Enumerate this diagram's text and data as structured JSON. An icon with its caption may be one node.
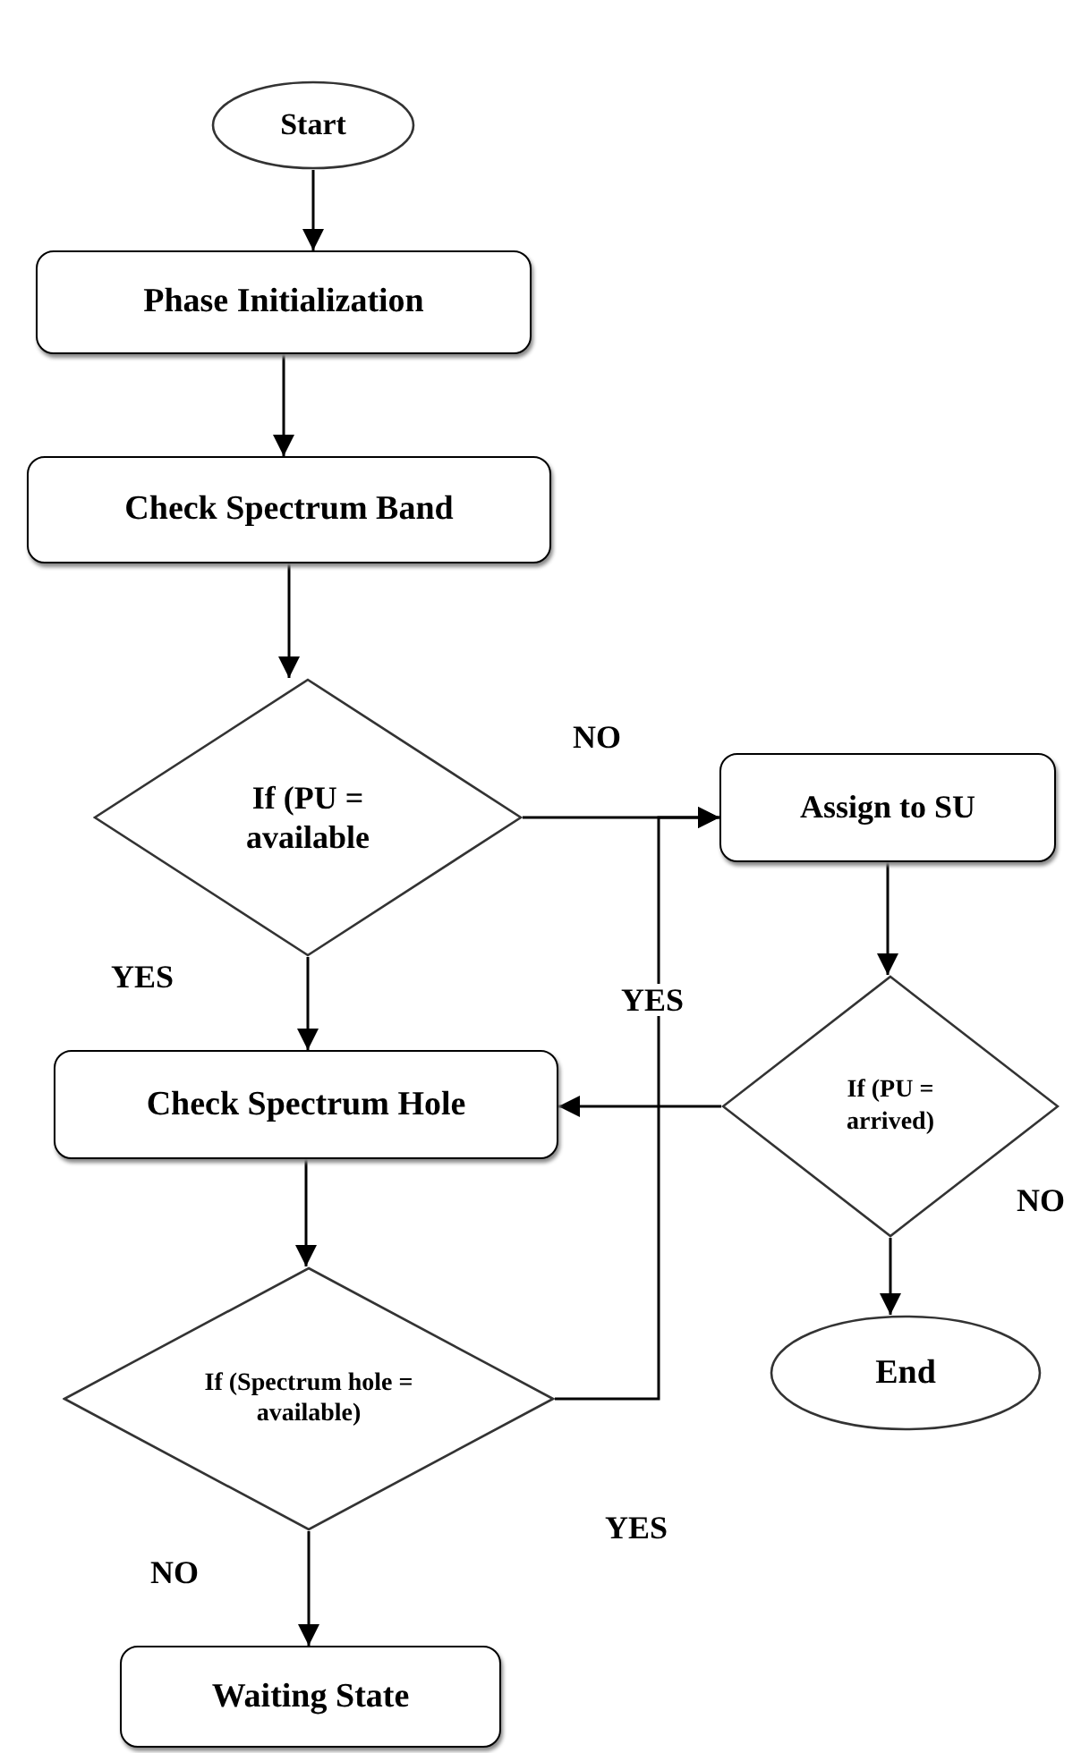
{
  "diagram": {
    "nodes": [
      {
        "text": [
          "Start"
        ]
      },
      {
        "text": [
          "Phase Initialization"
        ]
      },
      {
        "text": [
          "Check Spectrum Band"
        ]
      },
      {
        "text": [
          "If (PU = available"
        ]
      },
      {
        "text": [
          "Assign to SU"
        ]
      },
      {
        "text": [
          "Check Spectrum Hole"
        ]
      },
      {
        "text": [
          "If (Spectrum hole = available)"
        ]
      },
      {
        "text": [
          "If (PU = arrived)"
        ]
      },
      {
        "text": [
          "End"
        ]
      },
      {
        "text": [
          "Waiting State"
        ]
      }
    ],
    "edges": [
      {
        "from": 0,
        "to": 1,
        "arrow": "to"
      },
      {
        "from": 1,
        "to": 2,
        "arrow": "to"
      },
      {
        "from": 2,
        "to": 3,
        "arrow": "to"
      },
      {
        "from": 3,
        "to": 4,
        "arrow": "to",
        "label": "NO"
      },
      {
        "from": 3,
        "to": 5,
        "arrow": "to",
        "label": "YES"
      },
      {
        "from": 4,
        "to": 7,
        "arrow": "to"
      },
      {
        "from": 7,
        "to": 5,
        "arrow": "to"
      },
      {
        "from": 5,
        "to": 6,
        "arrow": "to"
      },
      {
        "from": 6,
        "to": 4,
        "arrow": "to",
        "label": "YES"
      },
      {
        "from": 7,
        "to": 8,
        "arrow": "to",
        "label": "NO"
      },
      {
        "from": 6,
        "to": 9,
        "arrow": "to",
        "label": "NO"
      }
    ],
    "labels": [
      "YES"
    ]
  }
}
